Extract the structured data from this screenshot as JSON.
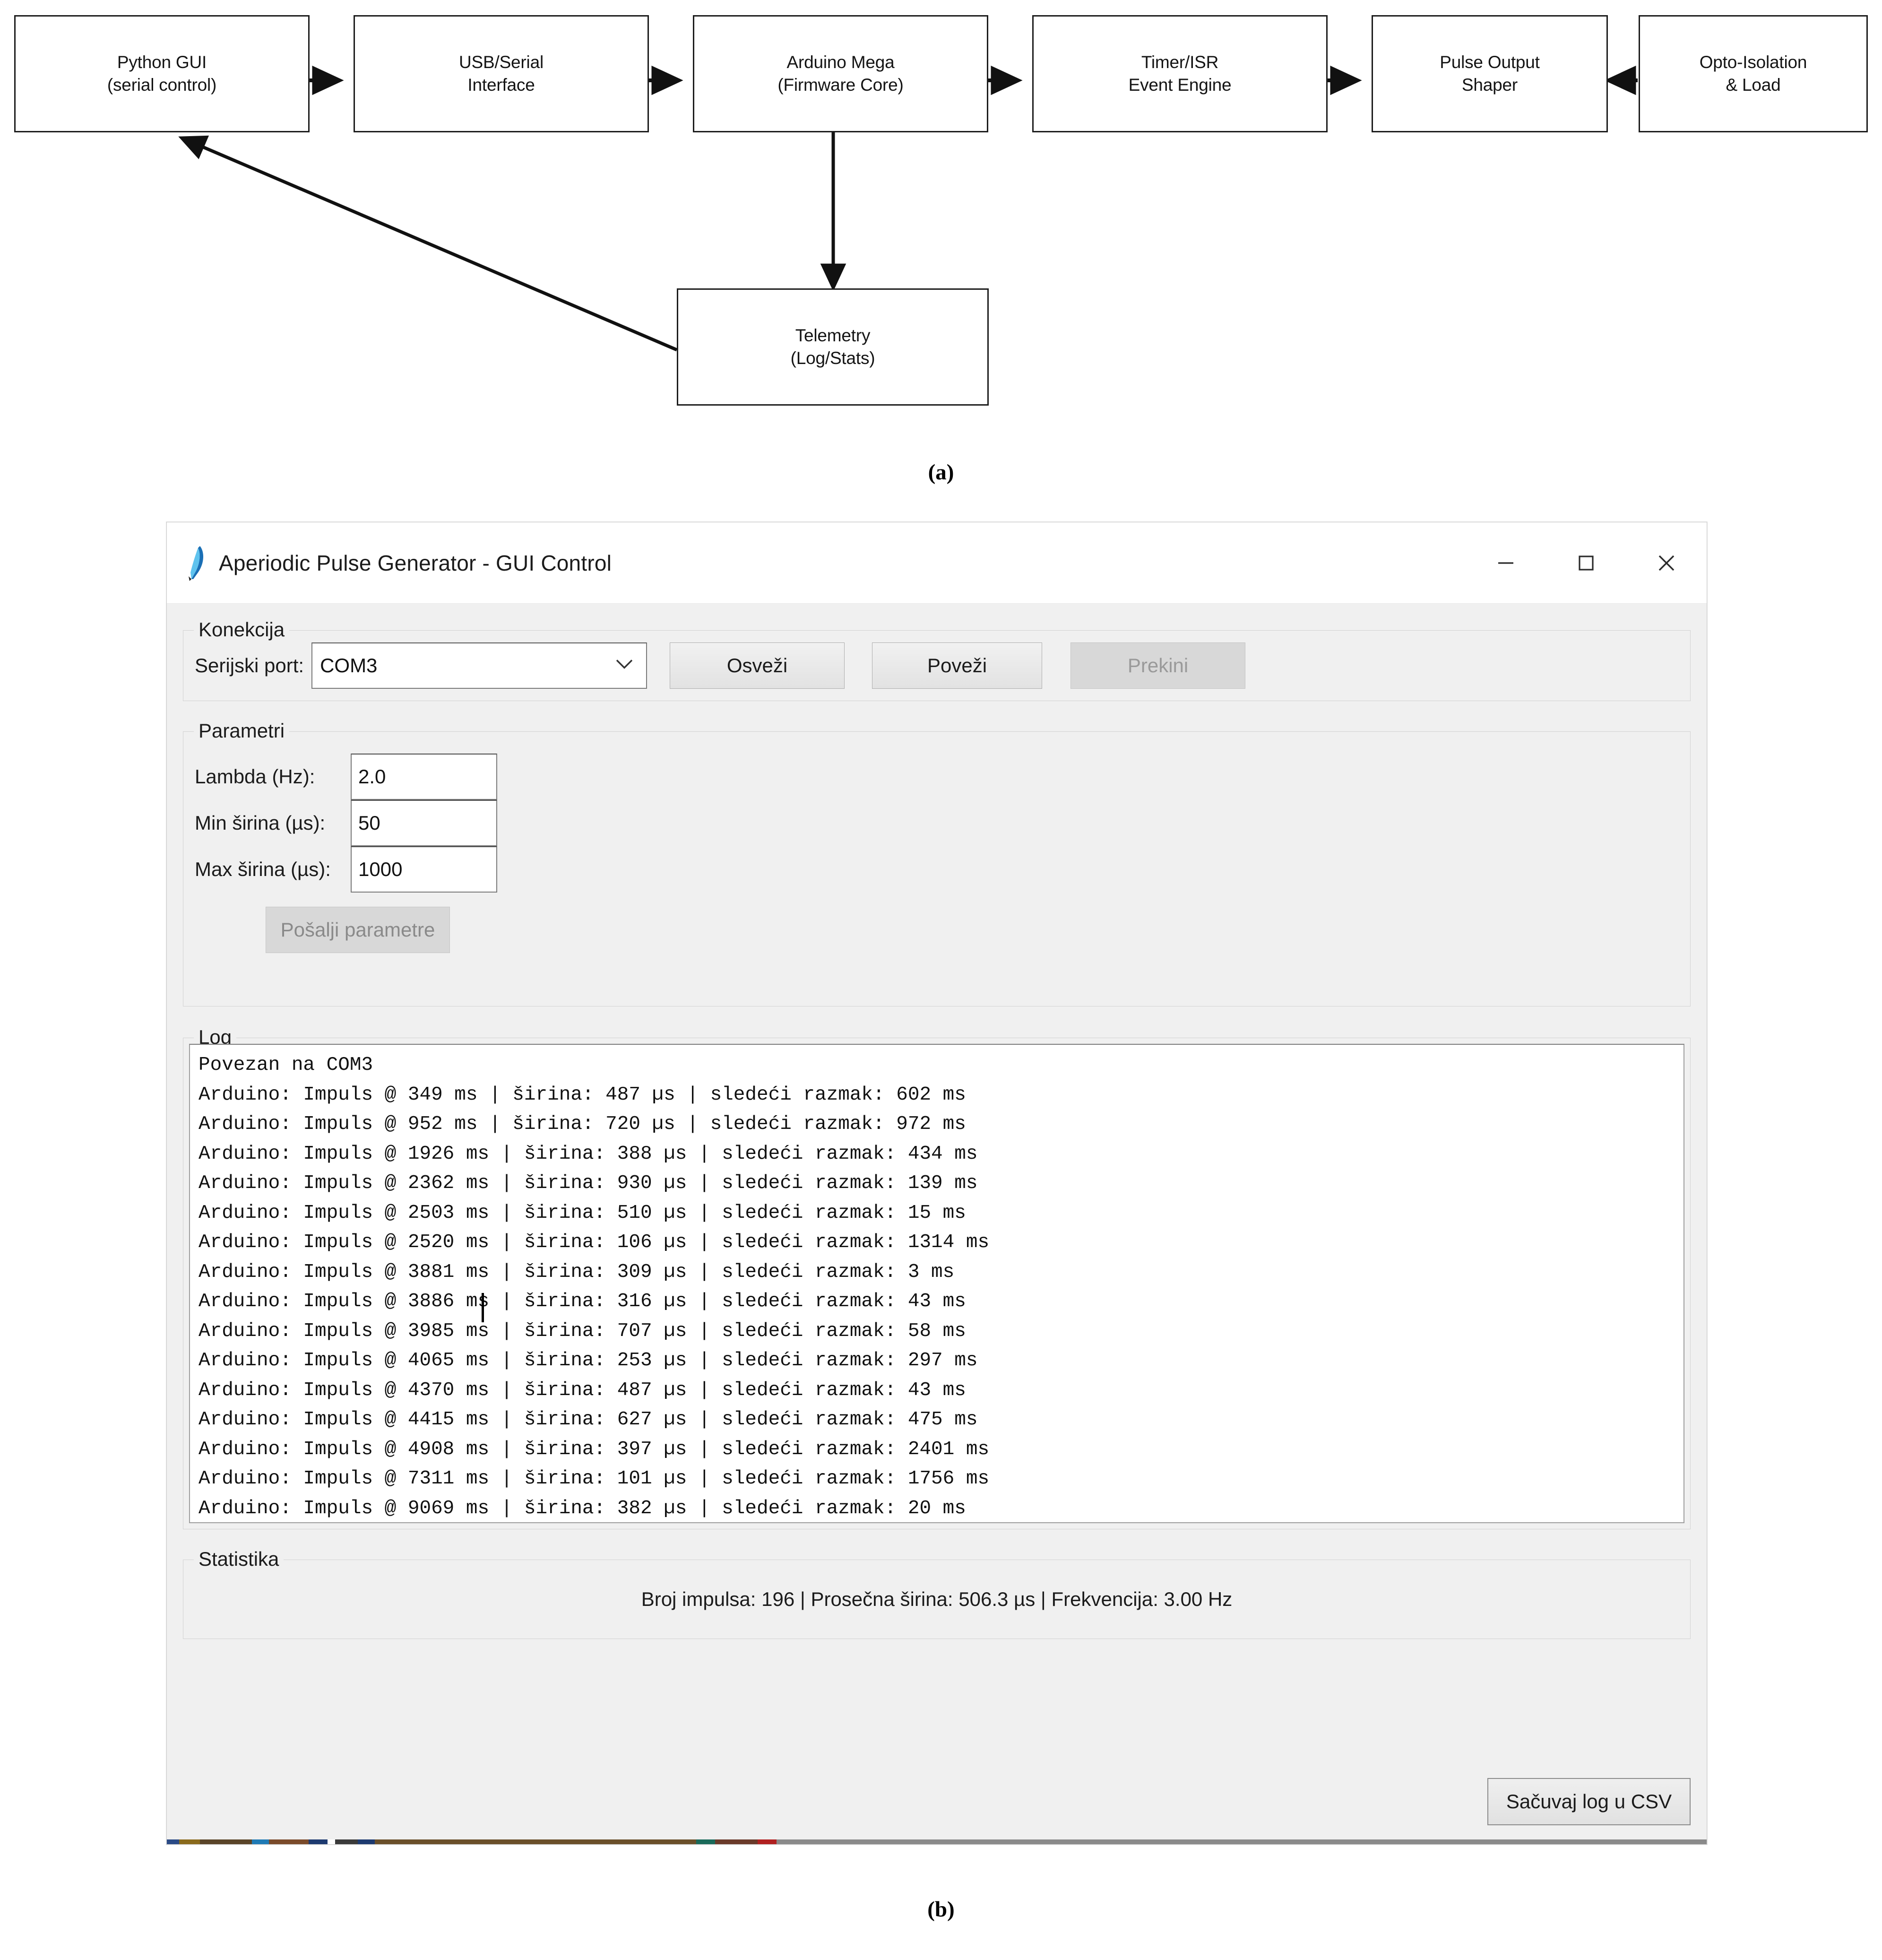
{
  "figure": {
    "caption_a": "(a)",
    "caption_b": "(b)"
  },
  "diagram": {
    "boxes": [
      {
        "id": "python-gui",
        "line1": "Python GUI",
        "line2": "(serial control)"
      },
      {
        "id": "usb-serial",
        "line1": "USB/Serial",
        "line2": "Interface"
      },
      {
        "id": "arduino-mega",
        "line1": "Arduino Mega",
        "line2": "(Firmware Core)"
      },
      {
        "id": "timer-isr",
        "line1": "Timer/ISR",
        "line2": "Event Engine"
      },
      {
        "id": "pulse-shaper",
        "line1": "Pulse Output",
        "line2": "Shaper"
      },
      {
        "id": "opto-isolation",
        "line1": "Opto-Isolation",
        "line2": "& Load"
      },
      {
        "id": "telemetry",
        "line1": "Telemetry",
        "line2": "(Log/Stats)"
      }
    ]
  },
  "window": {
    "title": "Aperiodic Pulse Generator - GUI Control",
    "icon": "feather-icon",
    "controls": {
      "minimize": "minimize-icon",
      "maximize": "maximize-icon",
      "close": "close-icon"
    }
  },
  "konekcija": {
    "group_title": "Konekcija",
    "port_label": "Serijski port:",
    "port_value": "COM3",
    "port_options": [
      "COM3"
    ],
    "btn_refresh": "Osveži",
    "btn_connect": "Poveži",
    "btn_disconnect": "Prekini"
  },
  "parametri": {
    "group_title": "Parametri",
    "rows": [
      {
        "label": "Lambda (Hz):",
        "value": "2.0"
      },
      {
        "label": "Min širina (µs):",
        "value": "50"
      },
      {
        "label": "Max širina (µs):",
        "value": "1000"
      }
    ],
    "btn_send": "Pošalji parametre"
  },
  "log": {
    "group_title": "Log",
    "lines": [
      "Povezan na COM3",
      "Arduino: Impuls @ 349 ms | širina: 487 µs | sledeći razmak: 602 ms",
      "Arduino: Impuls @ 952 ms | širina: 720 µs | sledeći razmak: 972 ms",
      "Arduino: Impuls @ 1926 ms | širina: 388 µs | sledeći razmak: 434 ms",
      "Arduino: Impuls @ 2362 ms | širina: 930 µs | sledeći razmak: 139 ms",
      "Arduino: Impuls @ 2503 ms | širina: 510 µs | sledeći razmak: 15 ms",
      "Arduino: Impuls @ 2520 ms | širina: 106 µs | sledeći razmak: 1314 ms",
      "Arduino: Impuls @ 3881 ms | širina: 309 µs | sledeći razmak: 3 ms",
      "Arduino: Impuls @ 3886 ms | širina: 316 µs | sledeći razmak: 43 ms",
      "Arduino: Impuls @ 3985 ms | širina: 707 µs | sledeći razmak: 58 ms",
      "Arduino: Impuls @ 4065 ms | širina: 253 µs | sledeći razmak: 297 ms",
      "Arduino: Impuls @ 4370 ms | širina: 487 µs | sledeći razmak: 43 ms",
      "Arduino: Impuls @ 4415 ms | širina: 627 µs | sledeći razmak: 475 ms",
      "Arduino: Impuls @ 4908 ms | širina: 397 µs | sledeći razmak: 2401 ms",
      "Arduino: Impuls @ 7311 ms | širina: 101 µs | sledeći razmak: 1756 ms",
      "Arduino: Impuls @ 9069 ms | širina: 382 µs | sledeći razmak: 20 ms"
    ]
  },
  "statistika": {
    "group_title": "Statistika",
    "summary": "Broj impulsa: 196 | Prosečna širina: 506.3 µs | Frekvencija: 3.00 Hz",
    "pulse_count": 196,
    "average_width_us": 506.3,
    "frequency_hz": 3.0
  },
  "actions": {
    "btn_save_csv": "Sačuvaj log u CSV"
  },
  "colors": {
    "window_bg": "#f0f0f0",
    "titlebar_bg": "#ffffff",
    "text": "#1b1b1b",
    "log_text": "#111111",
    "disabled_text": "#9a9a9a",
    "border": "#d2d2d2"
  }
}
